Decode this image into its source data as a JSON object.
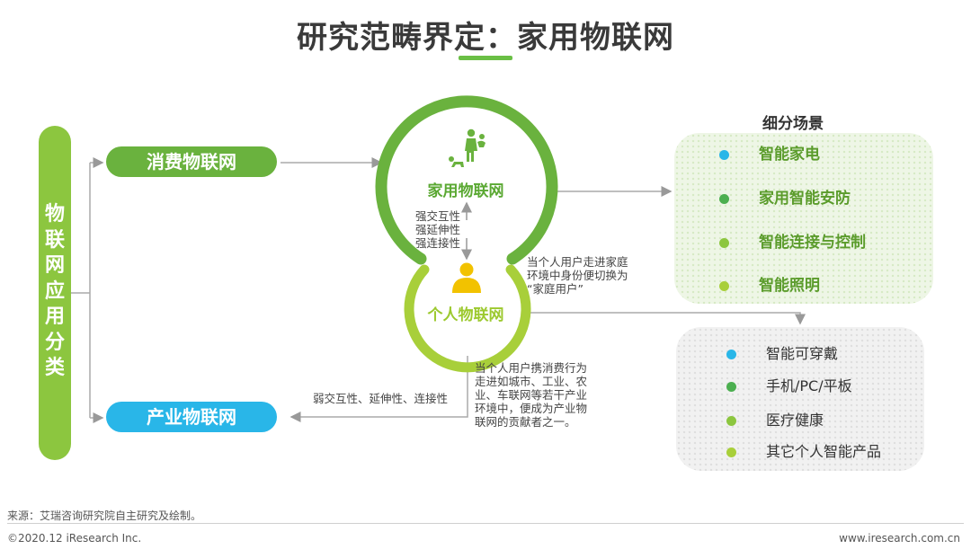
{
  "title": "研究范畴界定：家用物联网",
  "category": {
    "label": "物联网应用分类"
  },
  "branches": {
    "consumer": "消费物联网",
    "industrial": "产业物联网"
  },
  "nodes": {
    "home": "家用物联网",
    "personal": "个人物联网"
  },
  "notes": {
    "strong": [
      "强交互性",
      "强延伸性",
      "强连接性"
    ],
    "switch_to_home": [
      "当个人用户走进家庭",
      "环境中身份便切换为",
      "“家庭用户”"
    ],
    "carry_to_industry": [
      "当个人用户携消费行为",
      "走进如城市、工业、农",
      "业、车联网等若干产业",
      "环境中，便成为产业物",
      "联网的贡献者之一。"
    ],
    "weak": "弱交互性、延伸性、连接性"
  },
  "scenes": {
    "heading": "细分场景",
    "home_items": [
      {
        "label": "智能家电",
        "color": "#29b6e8"
      },
      {
        "label": "家用智能安防",
        "color": "#4caf50"
      },
      {
        "label": "智能连接与控制",
        "color": "#8cc63f"
      },
      {
        "label": "智能照明",
        "color": "#a8cf3a"
      }
    ],
    "personal_items": [
      {
        "label": "智能可穿戴",
        "color": "#29b6e8"
      },
      {
        "label": "手机/PC/平板",
        "color": "#4caf50"
      },
      {
        "label": "医疗健康",
        "color": "#8cc63f"
      },
      {
        "label": "其它个人智能产品",
        "color": "#a8cf3a"
      }
    ]
  },
  "footer": {
    "source": "来源：艾瑞咨询研究院自主研究及绘制。",
    "copyright": "©2020.12 iResearch Inc.",
    "url": "www.iresearch.com.cn"
  },
  "colors": {
    "green_dark": "#6ab23e",
    "green_light": "#a8cf3a",
    "blue": "#29b6e8",
    "person_yellow": "#f2c200"
  }
}
